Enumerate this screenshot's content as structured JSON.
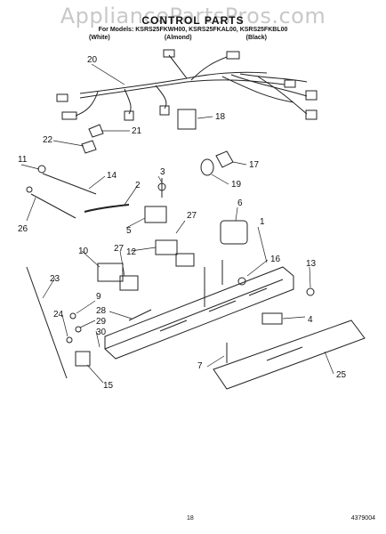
{
  "watermark": "AppliancePartsPros.com",
  "header": {
    "title": "CONTROL PARTS",
    "models": "For Models: KSRS25FKWH00, KSRS25FKAL00, KSRS25FKBL00",
    "colors": [
      "(White)",
      "(Almond)",
      "(Black)"
    ]
  },
  "callouts": [
    "20",
    "18",
    "21",
    "22",
    "11",
    "3",
    "17",
    "14",
    "19",
    "2",
    "6",
    "27",
    "26",
    "5",
    "1",
    "12",
    "27",
    "10",
    "16",
    "13",
    "23",
    "9",
    "28",
    "4",
    "24",
    "29",
    "30",
    "7",
    "15",
    "25"
  ],
  "footer": {
    "page_number": "18",
    "document_number": "4379004"
  }
}
